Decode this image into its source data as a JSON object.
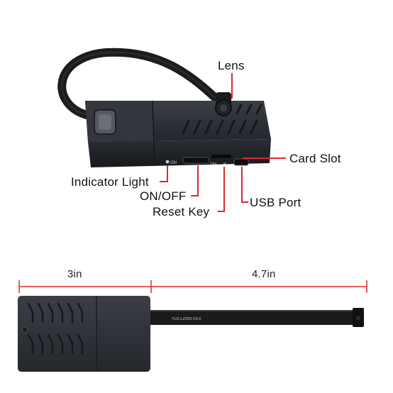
{
  "labels": {
    "lens": "Lens",
    "card_slot": "Card Slot",
    "indicator_light": "Indicator Light",
    "on_off": "ON/OFF",
    "reset_key": "Reset Key",
    "usb_port": "USB Port"
  },
  "dimensions": {
    "body_length": "3in",
    "cable_length": "4.7in"
  },
  "device_markings": {
    "switch_on": "ON",
    "switch_off": "OFF",
    "reset": "R",
    "board_model": "YLD-LZ200-V3.0"
  },
  "colors": {
    "callout_line": "#e0282c",
    "device_body": "#2c2f35",
    "ribbon_cable": "#1b1b1d"
  }
}
